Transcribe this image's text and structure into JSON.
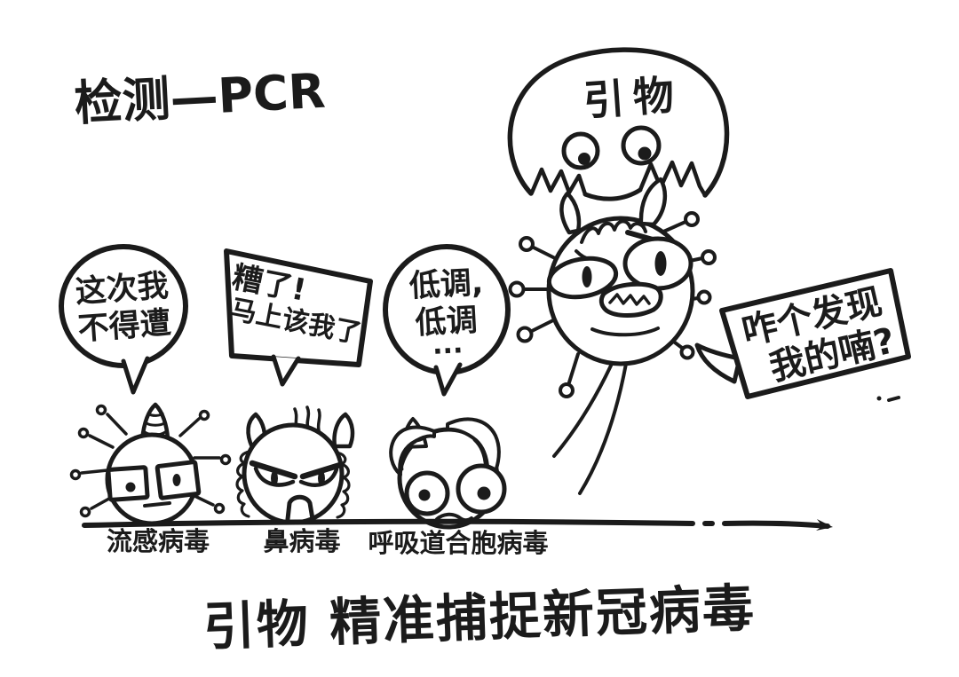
{
  "title": "检测—PCR",
  "primer_monster": {
    "label": "引物"
  },
  "covid_virus": {
    "bubble_lines": [
      "咋个发现",
      "我的喃?"
    ]
  },
  "left_viruses": [
    {
      "label": "流感病毒",
      "bubble_lines": [
        "这次我",
        "不得遭"
      ]
    },
    {
      "label": "鼻病毒",
      "bubble_lines": [
        "糟了!",
        "马上该我了"
      ]
    },
    {
      "label": "呼吸道合胞病毒",
      "bubble_lines": [
        "低调,",
        "低调",
        "..."
      ]
    }
  ],
  "caption": "引物 精准捕捉新冠病毒",
  "colors": {
    "ink": "#1b1b1b",
    "background": "#ffffff"
  }
}
